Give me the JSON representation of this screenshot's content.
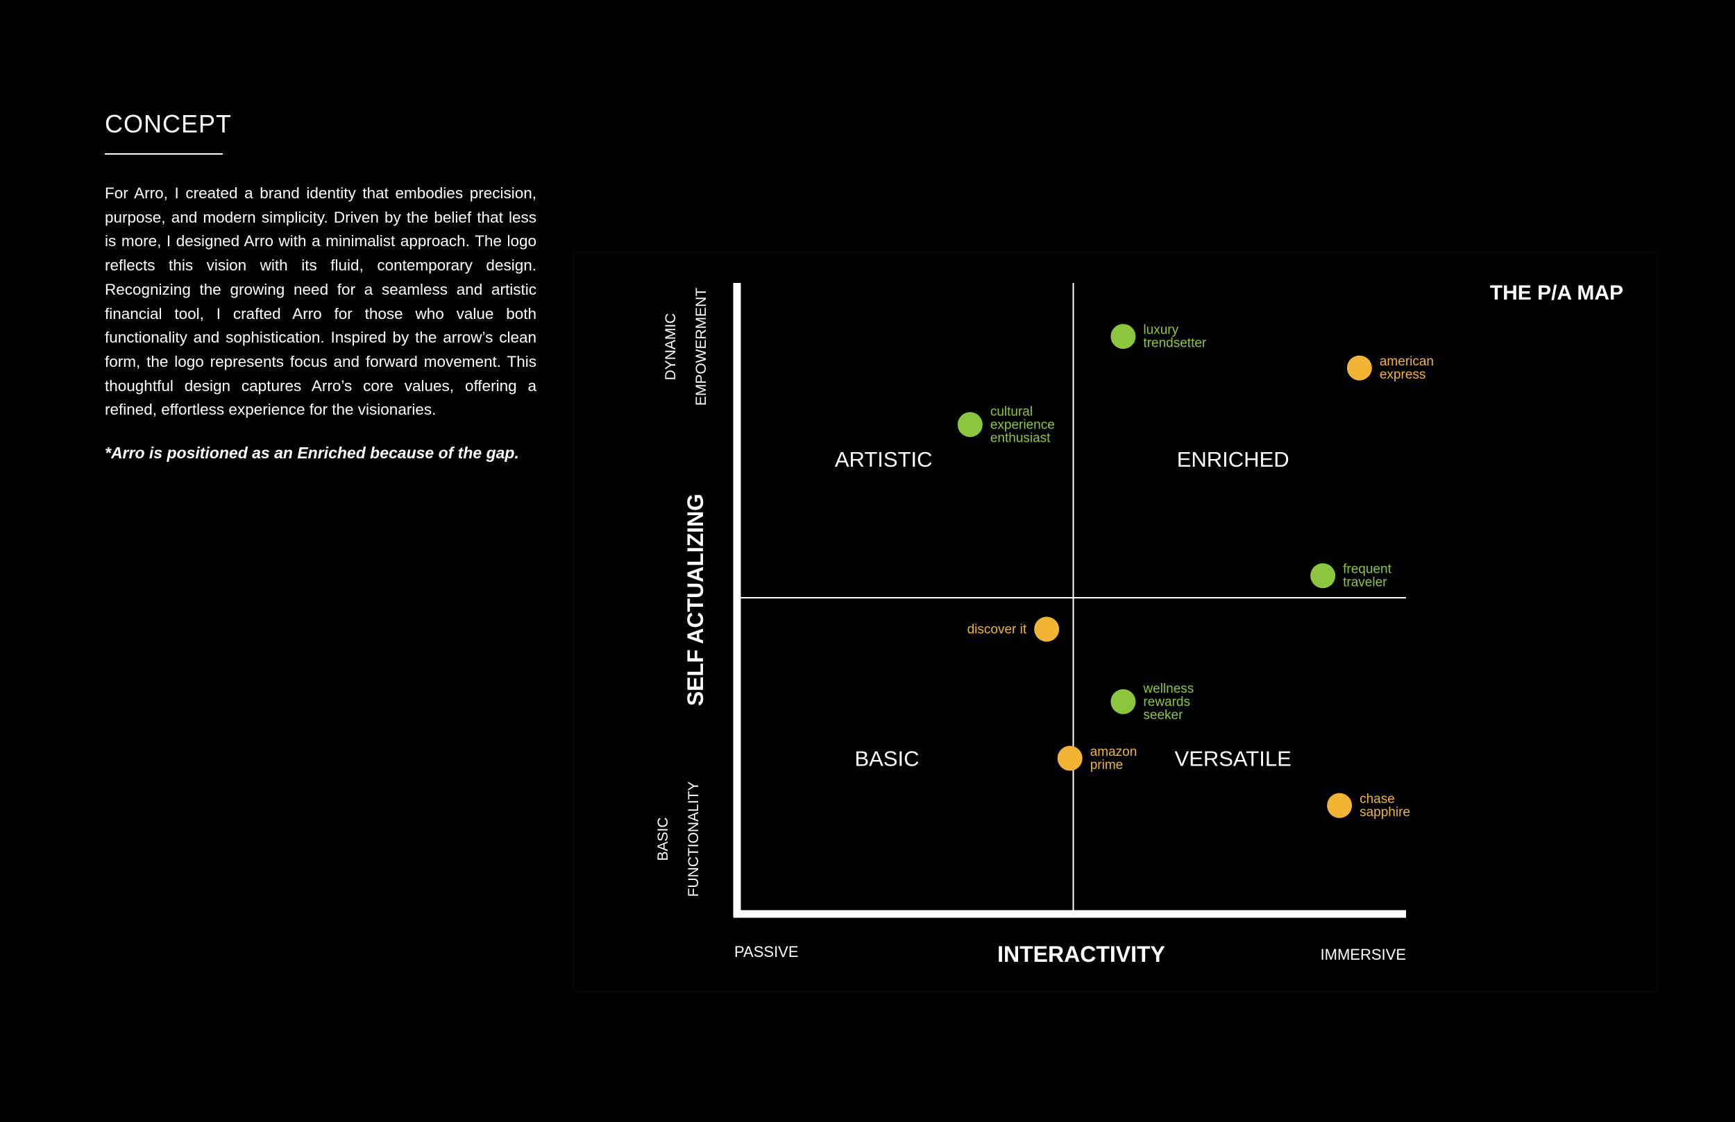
{
  "concept": {
    "title": "CONCEPT",
    "body": "For Arro, I created a brand identity that embodies precision, purpose, and modern simplicity. Driven by the belief that less is more, I designed Arro with a minimalist approach. The logo reflects this vision with its fluid, contemporary design. Recognizing the growing need for a seamless and artistic financial tool, I crafted Arro for those who value both functionality and sophistication. Inspired by the arrow’s clean form, the logo represents focus and forward movement. This thoughtful design captures Arro’s core values, offering a refined, effortless experience for the visionaries.",
    "note": "*Arro is positioned as an Enriched because of the gap."
  },
  "chart_data": {
    "type": "scatter",
    "title": "THE P/A MAP",
    "xlabel": "INTERACTIVITY",
    "ylabel": "SELF ACTUALIZING",
    "x_low_label": "PASSIVE",
    "x_high_label": "IMMERSIVE",
    "y_high_label": [
      "DYNAMIC",
      "EMPOWERMENT"
    ],
    "y_low_label": [
      "BASIC",
      "FUNCTIONALITY"
    ],
    "xlim": [
      0,
      100
    ],
    "ylim": [
      0,
      100
    ],
    "grid": false,
    "quadrants": [
      {
        "label": "ARTISTIC",
        "x": 21.5,
        "y": 72
      },
      {
        "label": "ENRICHED",
        "x": 74,
        "y": 72
      },
      {
        "label": "BASIC",
        "x": 22,
        "y": 24.5
      },
      {
        "label": "VERSATILE",
        "x": 74,
        "y": 24.5
      }
    ],
    "colors": {
      "green": "#8cc63f",
      "orange": "#f1b434"
    },
    "points": [
      {
        "label": [
          "luxury",
          "trendsetter"
        ],
        "x": 57.5,
        "y": 91.5,
        "color": "green"
      },
      {
        "label": [
          "american",
          "express"
        ],
        "x": 93,
        "y": 86.5,
        "color": "orange"
      },
      {
        "label": [
          "cultural",
          "experience",
          "enthusiast"
        ],
        "x": 34.5,
        "y": 77.5,
        "color": "green"
      },
      {
        "label": [
          "frequent",
          "traveler"
        ],
        "x": 87.5,
        "y": 53.5,
        "color": "green"
      },
      {
        "label": [
          "discover it"
        ],
        "x": 46,
        "y": 45,
        "color": "orange",
        "label_side": "left"
      },
      {
        "label": [
          "wellness",
          "rewards",
          "seeker"
        ],
        "x": 57.5,
        "y": 33.5,
        "color": "green"
      },
      {
        "label": [
          "amazon",
          "prime"
        ],
        "x": 49.5,
        "y": 24.5,
        "color": "orange"
      },
      {
        "label": [
          "chase",
          "sapphire"
        ],
        "x": 90,
        "y": 17,
        "color": "orange"
      }
    ]
  }
}
